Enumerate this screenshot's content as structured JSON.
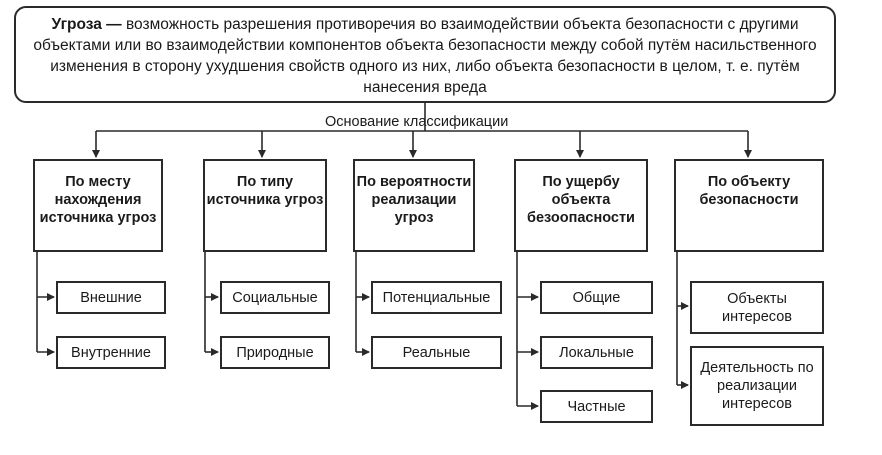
{
  "definition": {
    "term": "Угроза —",
    "text": " возможность разрешения противоречия во взаимодействии объекта безопасности с другими объектами или во взаимодействии компонентов объекта безопасности между собой путём насильственного изменения в сторону ухудшения свойств одного из них, либо объекта безопасности в целом, т. е. путём нанесения вреда"
  },
  "basis_label": "Основание классификации",
  "categories": [
    {
      "title": "По месту нахождения источника угроз",
      "items": [
        "Внешние",
        "Внутренние"
      ]
    },
    {
      "title": "По типу источника угроз",
      "items": [
        "Социальные",
        "Природные"
      ]
    },
    {
      "title": "По вероятности реализации угроз",
      "items": [
        "Потенциальные",
        "Реальные"
      ]
    },
    {
      "title": "По ущербу объекта безоопасности",
      "items": [
        "Общие",
        "Локальные",
        "Частные"
      ]
    },
    {
      "title": "По объекту безопасности",
      "items": [
        "Объекты интересов",
        "Деятельность по реализации интересов"
      ]
    }
  ],
  "colors": {
    "line": "#2a2a2a",
    "background": "#ffffff"
  }
}
